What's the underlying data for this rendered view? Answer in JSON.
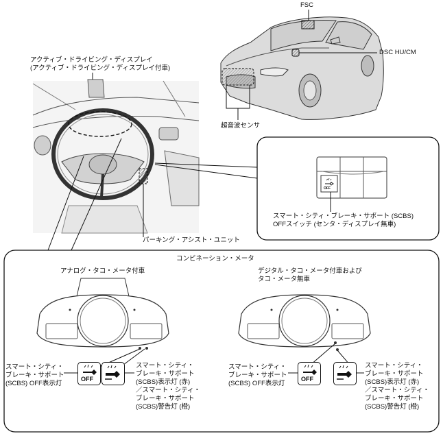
{
  "car": {
    "fsc_label": "FSC",
    "dsc_label": "DSC HU/CM",
    "sensor_label": "超音波センサ"
  },
  "cockpit": {
    "display_label": "アクティブ・ドライビング・ディスプレイ\n(アクティブ・ドライビング・ディスプレイ付車)",
    "parking_label": "パーキング・アシスト・ユニット"
  },
  "callout": {
    "switch_label": "スマート・シティ・ブレーキ・サポート (SCBS)\nOFFスイッチ (センタ・ディスプレイ無車)"
  },
  "meter_panel": {
    "title": "コンビネーション・メータ",
    "left": {
      "heading": "アナログ・タコ・メータ付車",
      "off_lamp_label": "スマート・シティ・\nブレーキ・サポート\n(SCBS) OFF表示灯",
      "warn_lamp_label": "スマート・シティ・\nブレーキ・サポート\n(SCBS)表示灯 (赤)\n／スマート・シティ・\nブレーキ・サポート\n(SCBS)警告灯 (橙)"
    },
    "right": {
      "heading": "デジタル・タコ・メータ付車および\nタコ・メータ無車",
      "off_lamp_label": "スマート・シティ・\nブレーキ・サポート\n(SCBS) OFF表示灯",
      "warn_lamp_label": "スマート・シティ・\nブレーキ・サポート\n(SCBS)表示灯 (赤)\n／スマート・シティ・\nブレーキ・サポート\n(SCBS)警告灯 (橙)"
    },
    "off_icon_text": "OFF"
  }
}
